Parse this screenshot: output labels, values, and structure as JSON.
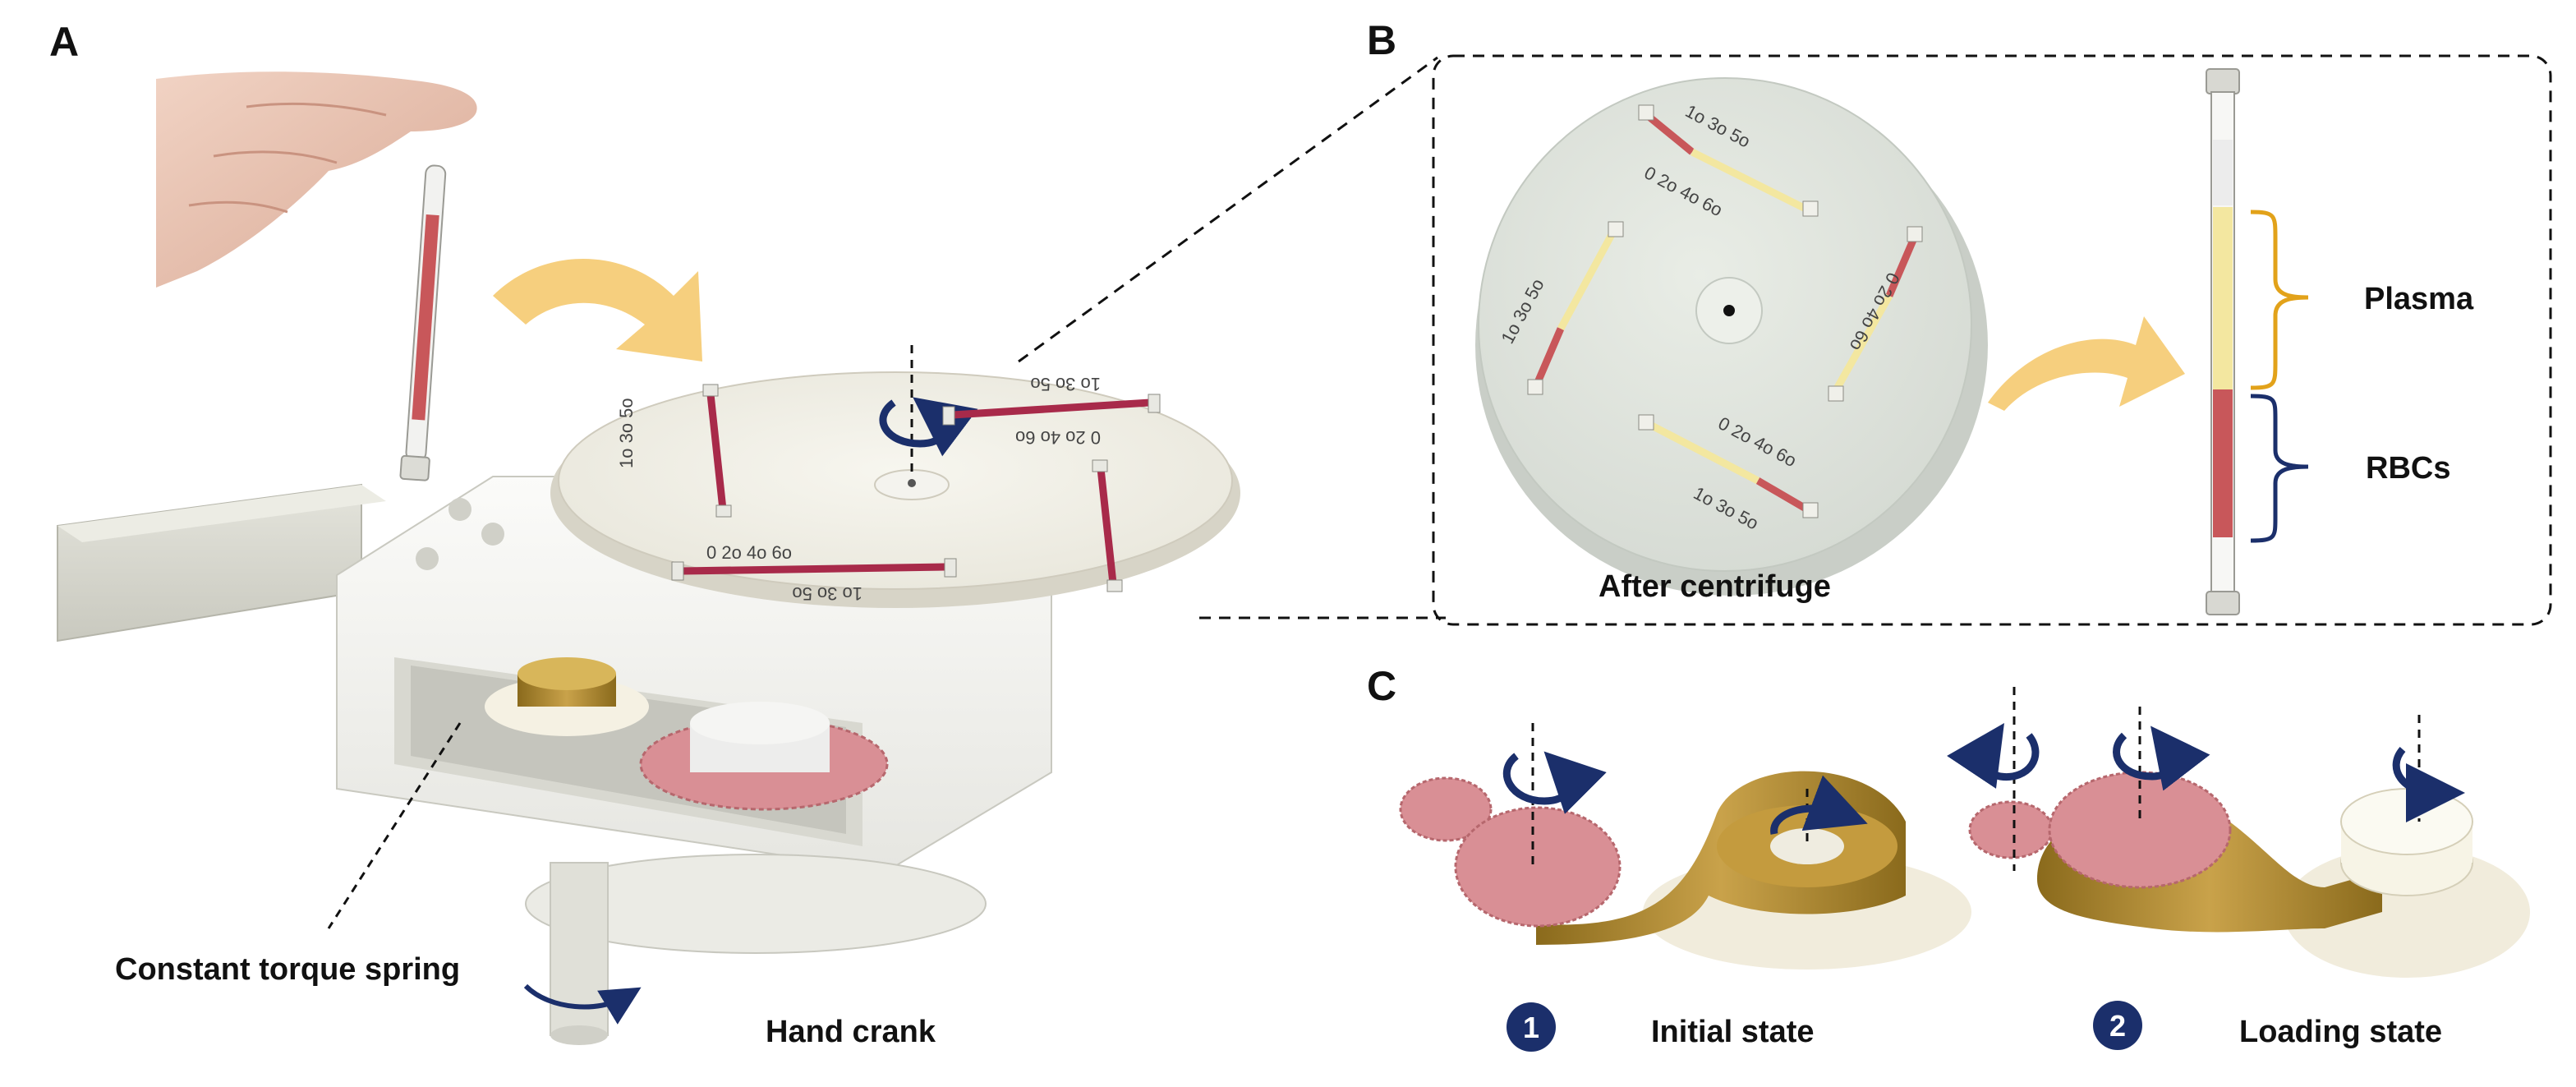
{
  "panels": {
    "a": {
      "letter": "A",
      "spring_label": "Constant torque spring",
      "crank_label": "Hand crank",
      "disc_scale_top": "1o 3o 5o",
      "disc_scale_top_bottom": "0 2o 4o 6o",
      "disc_scale_left": "1o 3o 5o",
      "disc_scale_bottom": "0 2o 4o 6o",
      "disc_scale_bottom_lower": "1o 3o 5o"
    },
    "b": {
      "letter": "B",
      "disc_label": "After centrifuge",
      "plasma_label": "Plasma",
      "rbc_label": "RBCs",
      "scale_upper": "1o 3o 5o",
      "scale_lower": "0 2o 4o 6o"
    },
    "c": {
      "letter": "C",
      "state1_number": "1",
      "state1_label": "Initial state",
      "state2_number": "2",
      "state2_label": "Loading state"
    }
  },
  "colors": {
    "accent_arrow": "#f6cf7e",
    "rotation_arrow": "#1b2f6b",
    "rbc": "#c8575a",
    "plasma": "#f3e7a0",
    "gear": "#d98f95",
    "spring": "#b8902e",
    "bracket_plasma": "#e2a21a",
    "bracket_rbc": "#1b2f6b",
    "badge": "#1b2f6b"
  }
}
